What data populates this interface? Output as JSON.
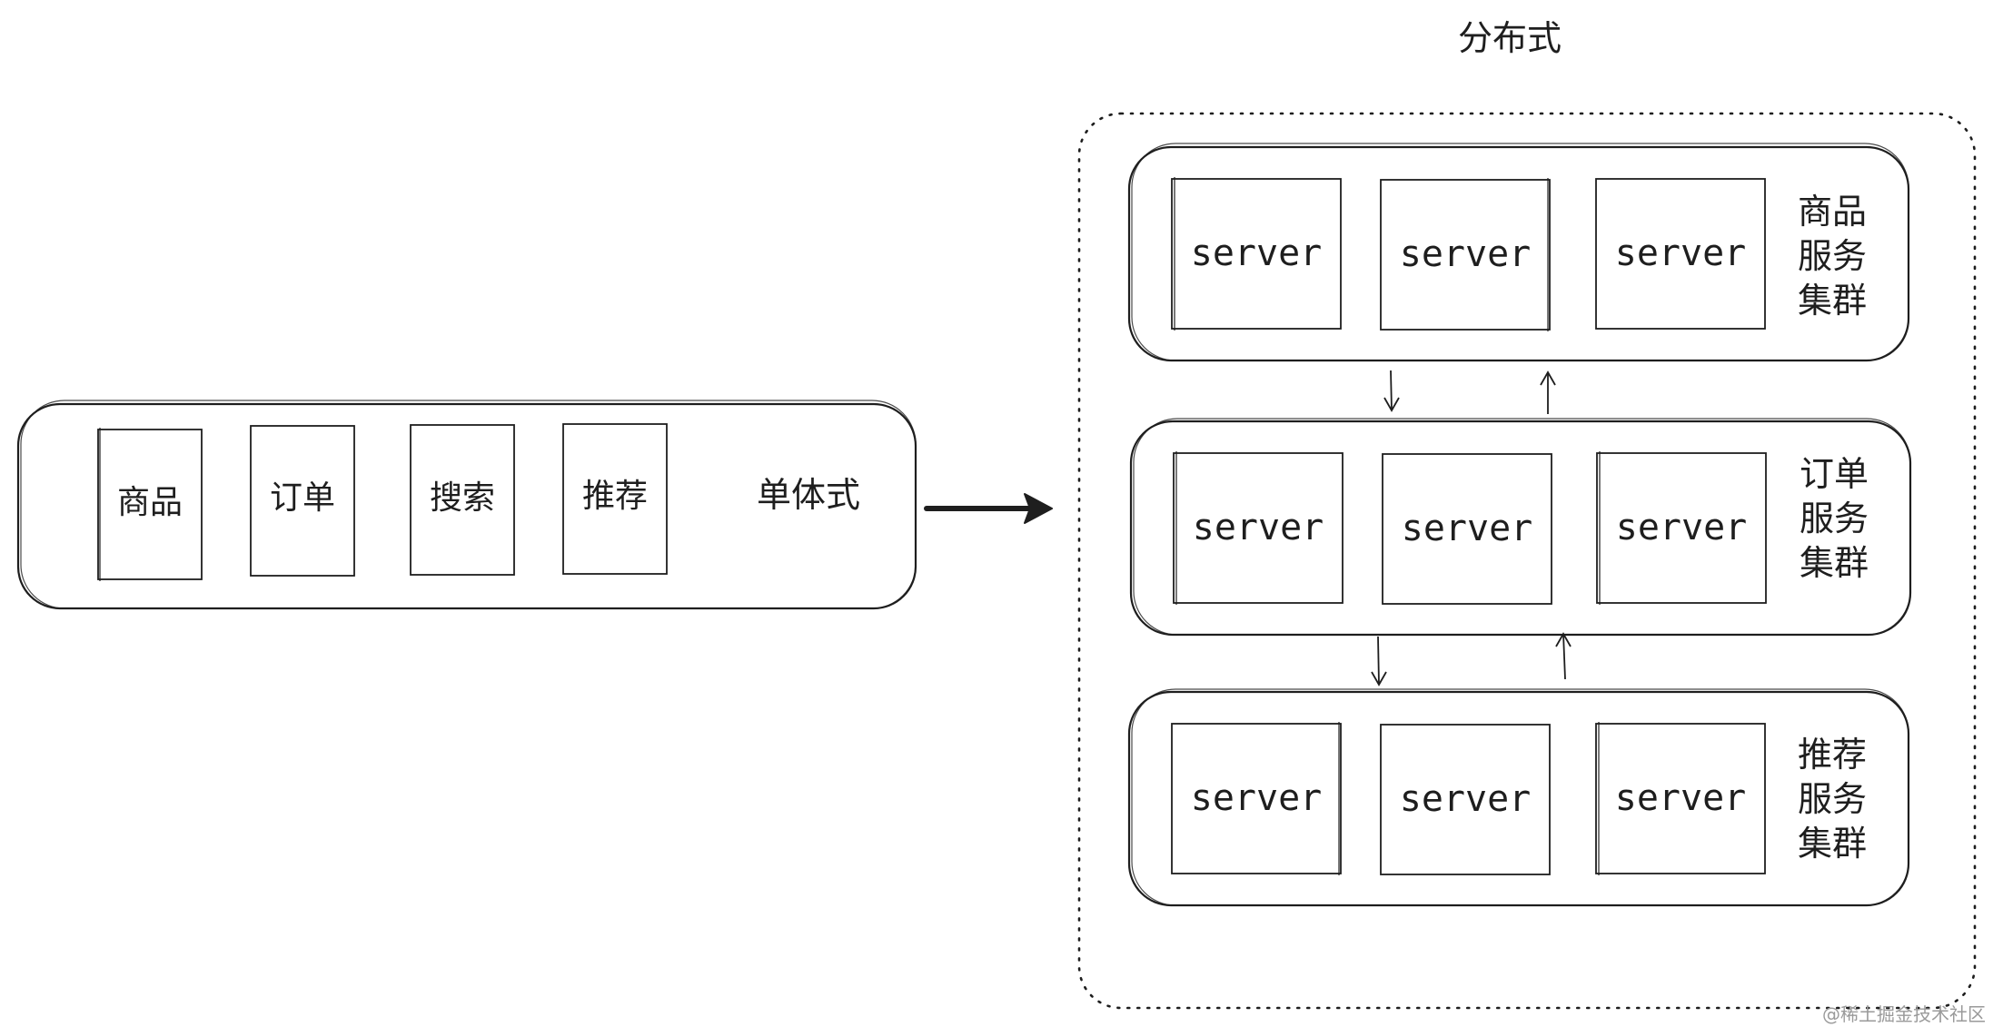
{
  "title": "分布式",
  "monolith": {
    "label": "单体式",
    "modules": [
      "商品",
      "订单",
      "搜索",
      "推荐"
    ]
  },
  "distributed": {
    "clusters": [
      {
        "label_lines": [
          "商品",
          "服务",
          "集群"
        ],
        "servers": [
          "server",
          "server",
          "server"
        ]
      },
      {
        "label_lines": [
          "订单",
          "服务",
          "集群"
        ],
        "servers": [
          "server",
          "server",
          "server"
        ]
      },
      {
        "label_lines": [
          "推荐",
          "服务",
          "集群"
        ],
        "servers": [
          "server",
          "server",
          "server"
        ]
      }
    ]
  },
  "watermark": "@稀土掘金技术社区"
}
